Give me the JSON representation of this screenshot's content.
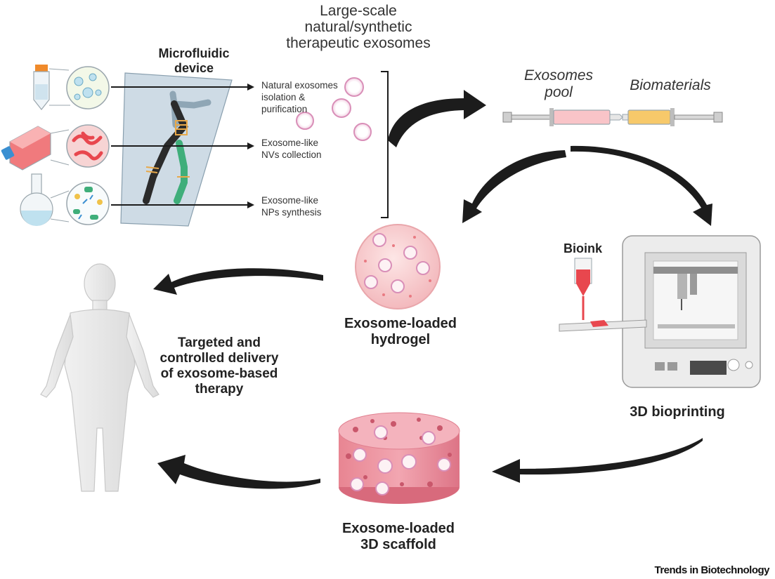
{
  "header": {
    "title_lines": [
      "Large-scale",
      "natural/synthetic",
      "therapeutic exosomes"
    ]
  },
  "microfluidic": {
    "title_lines": [
      "Microfluidic",
      "device"
    ],
    "streams": [
      {
        "lines": [
          "Natural exosomes",
          "isolation &",
          "purification"
        ]
      },
      {
        "lines": [
          "Exosome-like",
          "NVs collection"
        ]
      },
      {
        "lines": [
          "Exosome-like",
          "NPs synthesis"
        ]
      }
    ]
  },
  "syringe": {
    "left_label_lines": [
      "Exosomes",
      "pool"
    ],
    "right_label": "Biomaterials"
  },
  "hydrogel": {
    "label_lines": [
      "Exosome-loaded",
      "hydrogel"
    ]
  },
  "bioprinter": {
    "bioink_label": "Bioink",
    "label": "3D bioprinting"
  },
  "scaffold": {
    "label_lines": [
      "Exosome-loaded",
      "3D scaffold"
    ]
  },
  "patient": {
    "label_lines": [
      "Targeted and",
      "controlled delivery",
      "of exosome-based",
      "therapy"
    ]
  },
  "brand": "Trends in Biotechnology",
  "colors": {
    "arrow": "#1c1c1c",
    "exosome_ring": "#d98fb8",
    "cell_red": "#e8474e",
    "hydrogel_pink": "#f6c9cc",
    "scaffold_pink": "#e98a98",
    "channel_black": "#2b2b2b",
    "channel_green": "#3fae7a",
    "biomaterial_orange": "#f7c96a",
    "printer_body": "#ececec",
    "body_gray": "#e6e6e6"
  }
}
